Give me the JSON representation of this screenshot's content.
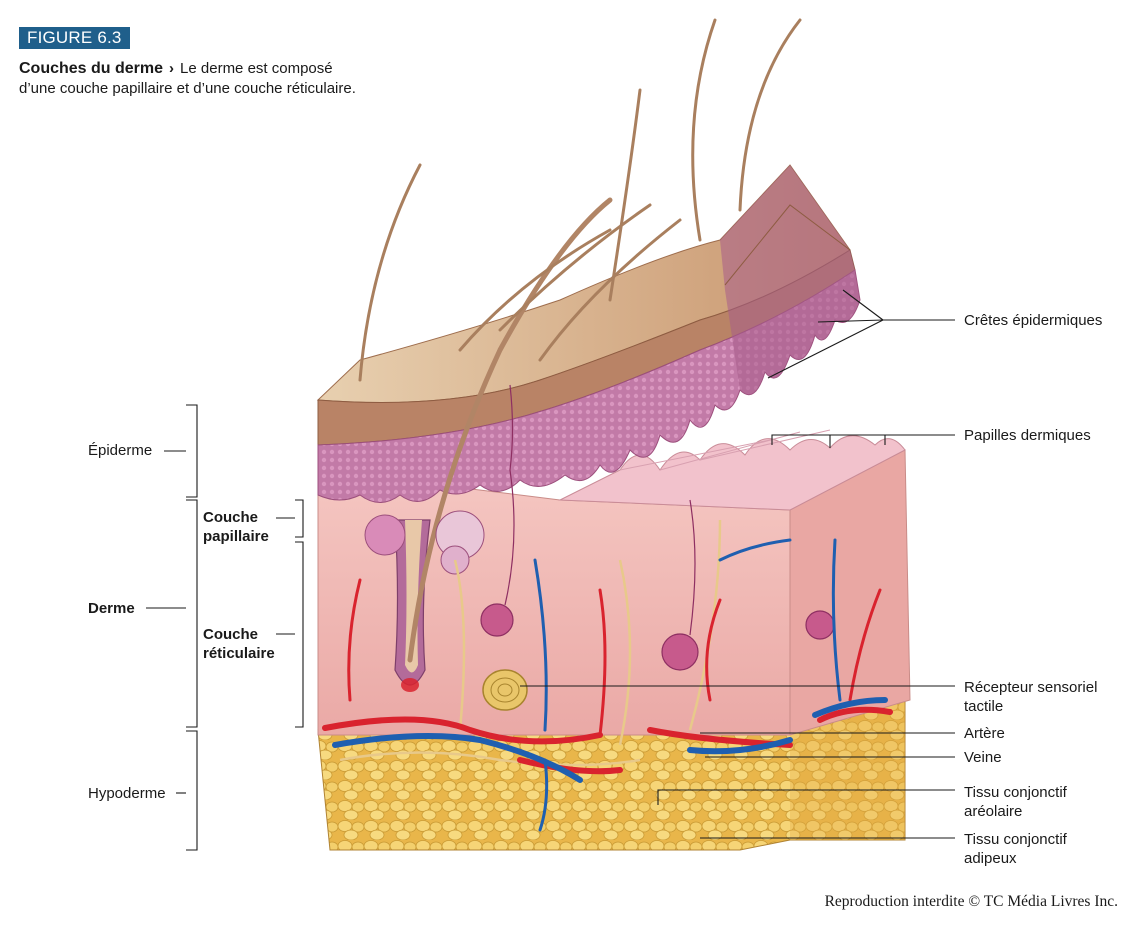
{
  "figure": {
    "badge": "FIGURE 6.3",
    "title": "Couches du derme",
    "separator": "›",
    "description_line1": "Le derme est composé",
    "description_line2": "d’une couche papillaire et d’une couche réticulaire."
  },
  "labels_left": {
    "epiderme": "Épiderme",
    "derme": "Derme",
    "hypoderme": "Hypoderme",
    "couche_papillaire_1": "Couche",
    "couche_papillaire_2": "papillaire",
    "couche_reticulaire_1": "Couche",
    "couche_reticulaire_2": "réticulaire"
  },
  "labels_right": {
    "cretes": "Crêtes épidermiques",
    "papilles": "Papilles dermiques",
    "recepteur_1": "Récepteur sensoriel",
    "recepteur_2": "tactile",
    "artere": "Artère",
    "veine": "Veine",
    "areolaire_1": "Tissu conjonctif",
    "areolaire_2": "aréolaire",
    "adipeux_1": "Tissu conjonctif",
    "adipeux_2": "adipeux"
  },
  "copyright": "Reproduction interdite © TC Média Livres Inc.",
  "colors": {
    "badge": "#1f5f8b",
    "epidermis_top": "#c99a78",
    "epidermis_pink": "#c77aa6",
    "dermis": "#f1b7b3",
    "fat": "#f0c95a",
    "artery": "#d9232e",
    "vein": "#1f5fb0"
  }
}
